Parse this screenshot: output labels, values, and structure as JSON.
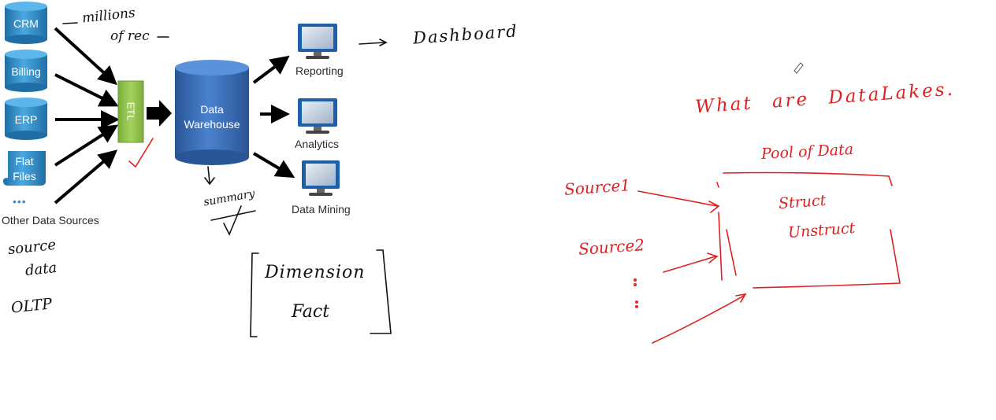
{
  "diagram": {
    "sources": [
      "CRM",
      "Billing",
      "ERP",
      "Flat Files"
    ],
    "other_sources_label": "Other Data Sources",
    "other_sources_dots": "•••",
    "etl_label": "ETL",
    "warehouse_label_line1": "Data",
    "warehouse_label_line2": "Warehouse",
    "outputs": [
      "Reporting",
      "Analytics",
      "Data Mining"
    ]
  },
  "annotations_black": {
    "millions_line1": "millions",
    "millions_line2": "of rec",
    "dashboard": "Dashboard",
    "summary": "summary",
    "source_data_line1": "source",
    "source_data_line2": "data",
    "oltp": "OLTP",
    "dimension": "Dimension",
    "fact": "Fact"
  },
  "annotations_red": {
    "title": "What are DataLakes.",
    "pool": "Pool of Data",
    "source1": "Source1",
    "source2": "Source2",
    "struct": "Struct",
    "unstruct": "Unstruct"
  },
  "colors": {
    "source_cylinder": "#2e8fc9",
    "warehouse": "#3567b0",
    "etl": "#8dbf4e",
    "ink": "#111111",
    "red_ink": "#e02020"
  }
}
